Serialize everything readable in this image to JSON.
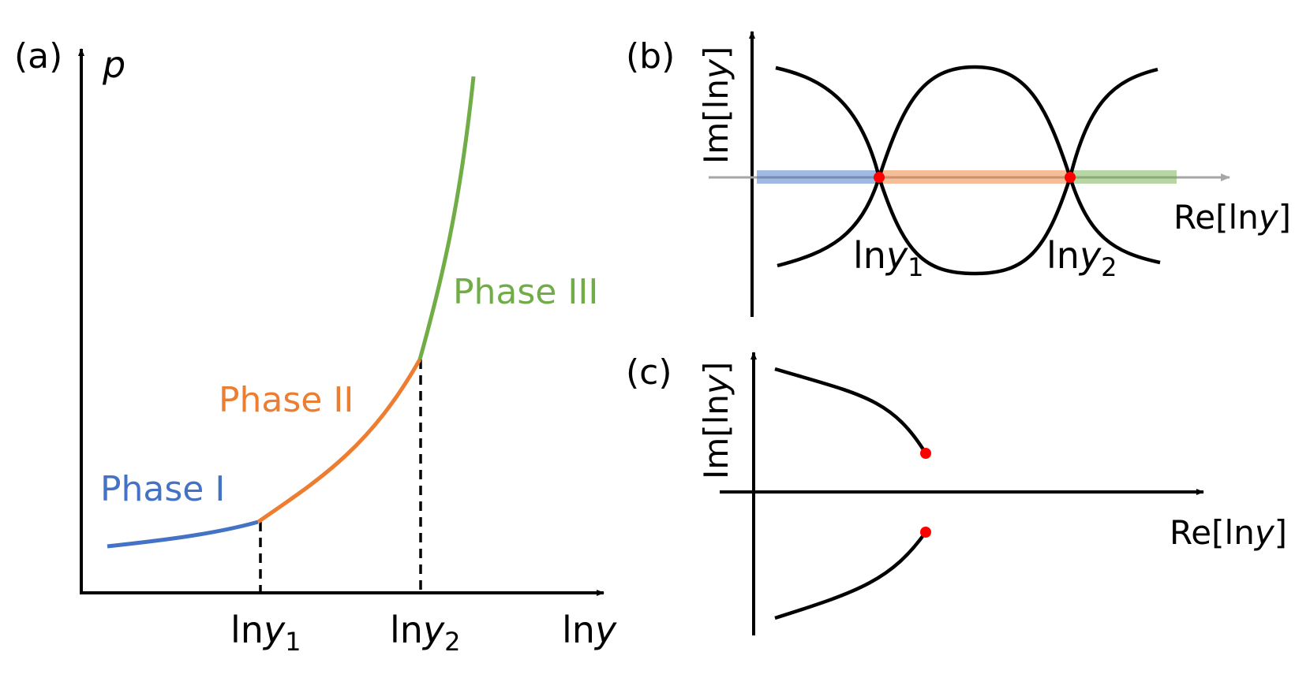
{
  "panel_a": {
    "label": "(a)",
    "y_axis": {
      "text": "p"
    },
    "x_axis": {
      "prefix": "ln",
      "var": "y"
    },
    "ticks": [
      {
        "prefix": "ln",
        "var": "y",
        "sub": "1"
      },
      {
        "prefix": "ln",
        "var": "y",
        "sub": "2"
      }
    ],
    "phases": [
      {
        "label": "Phase I",
        "color": "#4472c4"
      },
      {
        "label": "Phase II",
        "color": "#ed7d31"
      },
      {
        "label": "Phase III",
        "color": "#70ad47"
      }
    ]
  },
  "panel_b": {
    "label": "(b)",
    "y_axis": {
      "prefix": "Im[ln",
      "var": "y",
      "suffix": "]"
    },
    "x_axis": {
      "prefix": "Re[ln",
      "var": "y",
      "suffix": "]"
    },
    "points": [
      {
        "prefix": "ln",
        "var": "y",
        "sub": "1"
      },
      {
        "prefix": "ln",
        "var": "y",
        "sub": "2"
      }
    ],
    "marker_color": "#ff0000"
  },
  "panel_c": {
    "label": "(c)",
    "y_axis": {
      "prefix": "Im[ln",
      "var": "y",
      "suffix": "]"
    },
    "x_axis": {
      "prefix": "Re[ln",
      "var": "y",
      "suffix": "]"
    },
    "marker_color": "#ff0000"
  }
}
